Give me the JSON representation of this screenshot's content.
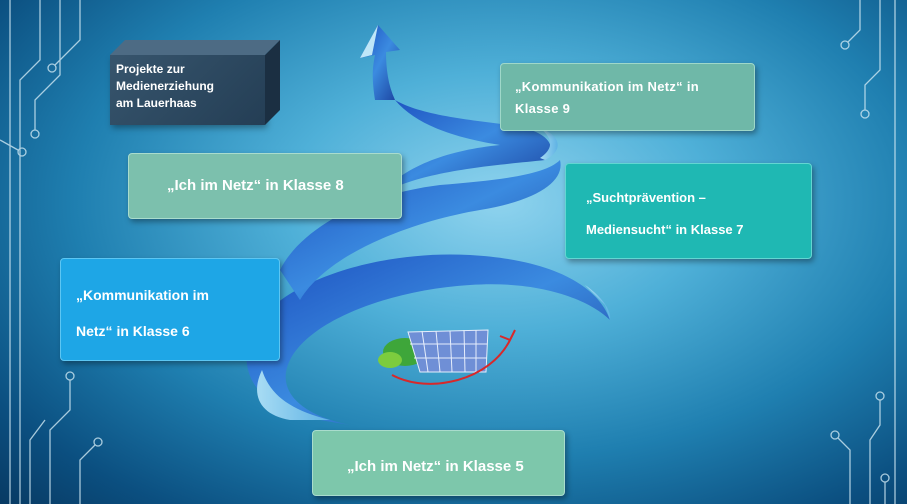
{
  "title": [
    "Projekte zur",
    "Medienerziehung",
    "am Lauerhaas"
  ],
  "projects": {
    "k9": [
      "„Kommunikation im Netz“ in",
      "Klasse 9"
    ],
    "k8": "„Ich im Netz“ in Klasse 8",
    "k7": [
      "„Suchtprävention –",
      "Mediensucht“ in Klasse 7"
    ],
    "k6": [
      "„Kommunikation im",
      "Netz“ in Klasse 6"
    ],
    "k5": "„Ich im Netz“ in Klasse 5"
  },
  "colors": {
    "spiral": "#2a6fd6",
    "box_teal": "#1fb8b3",
    "box_blue": "#1ea6e6",
    "box_green": "#7cc0ad"
  }
}
